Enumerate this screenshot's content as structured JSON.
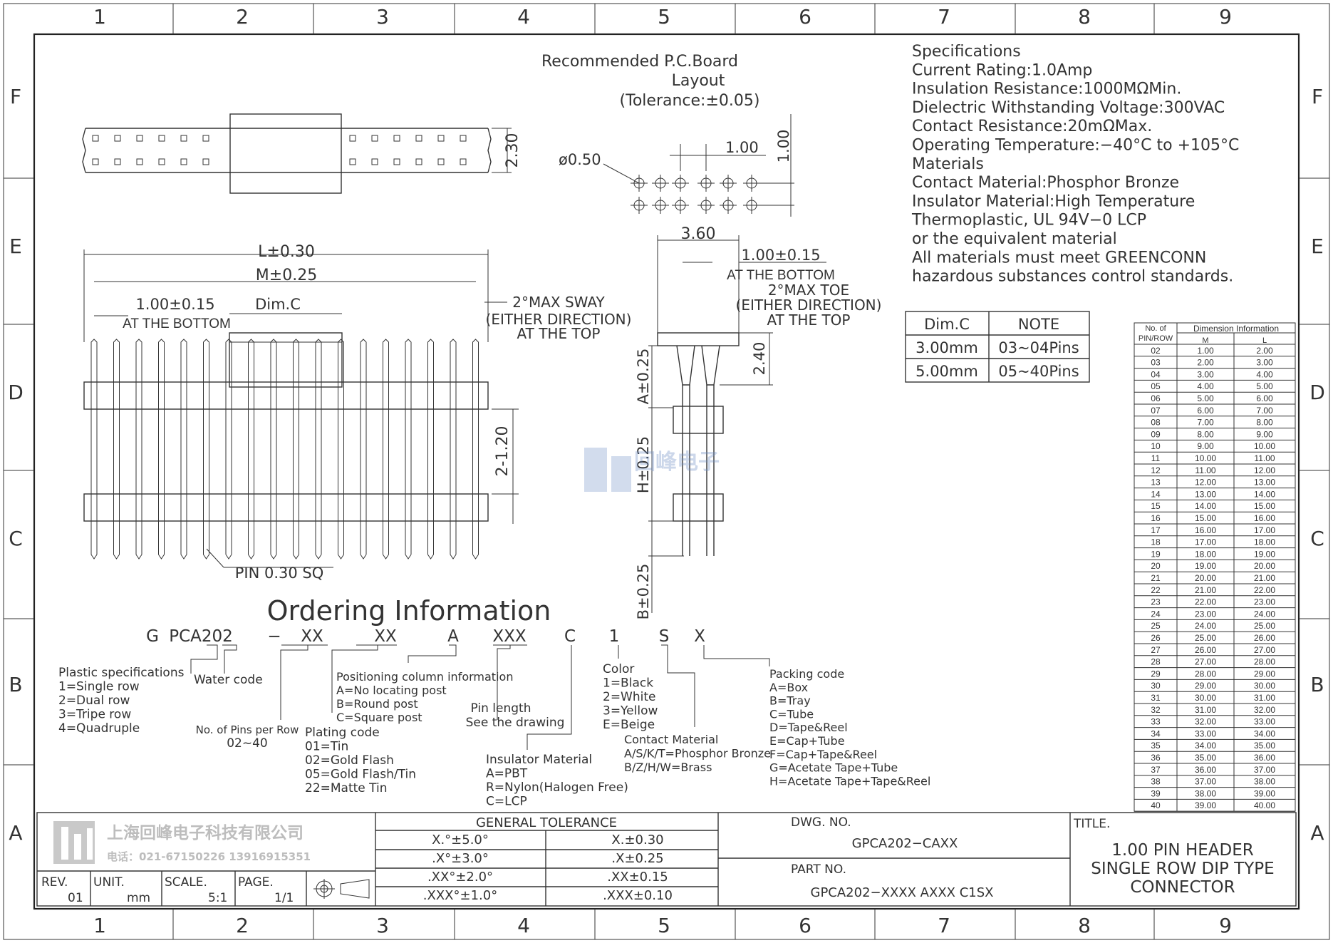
{
  "grid": {
    "columns": [
      "1",
      "2",
      "3",
      "4",
      "5",
      "6",
      "7",
      "8",
      "9"
    ],
    "rows": [
      "F",
      "E",
      "D",
      "C",
      "B",
      "A"
    ]
  },
  "pcb": {
    "title_line1": "Recommended P.C.Board",
    "title_line2": "Layout",
    "tolerance": "(Tolerance:±0.05)",
    "hole_dia": "ø0.50",
    "pitch_h": "1.00",
    "pitch_v": "1.00"
  },
  "top_view": {
    "height_dim": "2.30"
  },
  "front_view": {
    "L": "L±0.30",
    "M": "M±0.25",
    "bottom_pitch": "1.00±0.15",
    "at_bottom": "AT THE BOTTOM",
    "dimc": "Dim.C",
    "sway1": "2°MAX SWAY",
    "sway2": "(EITHER DIRECTION)",
    "sway3": "AT THE TOP",
    "row_gap": "2-1.20",
    "pin_label": "PIN 0.30 SQ"
  },
  "side_view": {
    "width": "3.60",
    "bottom_pitch": "1.00±0.15",
    "at_bottom": "AT THE BOTTOM",
    "toe1": "2°MAX TOE",
    "toe2": "(EITHER DIRECTION)",
    "toe3": "AT THE TOP",
    "h240": "2.40",
    "A": "A±0.25",
    "H": "H±0.25",
    "B": "B±0.25"
  },
  "watermark": {
    "text": "回峰电子"
  },
  "specs": {
    "lines": [
      "Specifications",
      "Current Rating:1.0Amp",
      "Insulation Resistance:1000MΩMin.",
      "Dielectric Withstanding Voltage:300VAC",
      "Contact Resistance:20mΩMax.",
      "Operating Temperature:−40°C to +105°C",
      "Materials",
      "Contact Material:Phosphor Bronze",
      "Insulator Material:High Temperature",
      "Thermoplastic, UL 94V−0 LCP",
      "or the equivalent material",
      "All materials must meet GREENCONN",
      "hazardous substances control standards."
    ]
  },
  "dimc_table": {
    "headers": [
      "Dim.C",
      "NOTE"
    ],
    "rows": [
      [
        "3.00mm",
        "03~04Pins"
      ],
      [
        "5.00mm",
        "05~40Pins"
      ]
    ]
  },
  "dim_table": {
    "h1a": "No. of",
    "h1b": "PIN/ROW",
    "h2": "Dimension Information",
    "hM": "M",
    "hL": "L",
    "rows": [
      [
        "02",
        "1.00",
        "2.00"
      ],
      [
        "03",
        "2.00",
        "3.00"
      ],
      [
        "04",
        "3.00",
        "4.00"
      ],
      [
        "05",
        "4.00",
        "5.00"
      ],
      [
        "06",
        "5.00",
        "6.00"
      ],
      [
        "07",
        "6.00",
        "7.00"
      ],
      [
        "08",
        "7.00",
        "8.00"
      ],
      [
        "09",
        "8.00",
        "9.00"
      ],
      [
        "10",
        "9.00",
        "10.00"
      ],
      [
        "11",
        "10.00",
        "11.00"
      ],
      [
        "12",
        "11.00",
        "12.00"
      ],
      [
        "13",
        "12.00",
        "13.00"
      ],
      [
        "14",
        "13.00",
        "14.00"
      ],
      [
        "15",
        "14.00",
        "15.00"
      ],
      [
        "16",
        "15.00",
        "16.00"
      ],
      [
        "17",
        "16.00",
        "17.00"
      ],
      [
        "18",
        "17.00",
        "18.00"
      ],
      [
        "19",
        "18.00",
        "19.00"
      ],
      [
        "20",
        "19.00",
        "20.00"
      ],
      [
        "21",
        "20.00",
        "21.00"
      ],
      [
        "22",
        "21.00",
        "22.00"
      ],
      [
        "23",
        "22.00",
        "23.00"
      ],
      [
        "24",
        "23.00",
        "24.00"
      ],
      [
        "25",
        "24.00",
        "25.00"
      ],
      [
        "26",
        "25.00",
        "26.00"
      ],
      [
        "27",
        "26.00",
        "27.00"
      ],
      [
        "28",
        "27.00",
        "28.00"
      ],
      [
        "29",
        "28.00",
        "29.00"
      ],
      [
        "30",
        "29.00",
        "30.00"
      ],
      [
        "31",
        "30.00",
        "31.00"
      ],
      [
        "32",
        "31.00",
        "32.00"
      ],
      [
        "33",
        "32.00",
        "33.00"
      ],
      [
        "34",
        "33.00",
        "34.00"
      ],
      [
        "35",
        "34.00",
        "35.00"
      ],
      [
        "36",
        "35.00",
        "36.00"
      ],
      [
        "37",
        "36.00",
        "37.00"
      ],
      [
        "38",
        "37.00",
        "38.00"
      ],
      [
        "39",
        "38.00",
        "39.00"
      ],
      [
        "40",
        "39.00",
        "40.00"
      ]
    ]
  },
  "ordering": {
    "title": "Ordering Information",
    "code": [
      "G",
      "PCA202",
      "−",
      "XX",
      "XX",
      "A",
      "XXX",
      "C",
      "1",
      "S",
      "X"
    ],
    "plastic": [
      "Plastic specifications",
      "1=Single row",
      "2=Dual row",
      "3=Tripe row",
      "4=Quadruple"
    ],
    "water": "Water code",
    "pins": [
      "No. of Pins per Row",
      "02~40"
    ],
    "plating": [
      "Plating code",
      "01=Tin",
      "02=Gold Flash",
      "05=Gold Flash/Tin",
      "22=Matte Tin"
    ],
    "positioning": [
      "Positioning column information",
      "A=No locating post",
      "B=Round post",
      "C=Square post"
    ],
    "pinlen": [
      "Pin length",
      "See the drawing"
    ],
    "insulator": [
      "Insulator Material",
      "A=PBT",
      "R=Nylon(Halogen Free)",
      "C=LCP"
    ],
    "color": [
      "Color",
      "1=Black",
      "2=White",
      "3=Yellow",
      "E=Beige"
    ],
    "contact": [
      "Contact Material",
      "A/S/K/T=Phosphor Bronze",
      "B/Z/H/W=Brass"
    ],
    "packing": [
      "Packing code",
      "A=Box",
      "B=Tray",
      "C=Tube",
      "D=Tape&Reel",
      "E=Cap+Tube",
      "F=Cap+Tape&Reel",
      "G=Acetate Tape+Tube",
      "H=Acetate Tape+Tape&Reel"
    ]
  },
  "title_block": {
    "company": "上海回峰电子科技有限公司",
    "phone": "电话：021-67150226  13916915351",
    "rev_label": "REV.",
    "rev": "01",
    "unit_label": "UNIT.",
    "unit": "mm",
    "scale_label": "SCALE.",
    "scale": "5:1",
    "page_label": "PAGE.",
    "page": "1/1",
    "tolerance_title": "GENERAL TOLERANCE",
    "tolerances": [
      [
        "X.°±5.0°",
        "X.±0.30"
      ],
      [
        ".X°±3.0°",
        ".X±0.25"
      ],
      [
        ".XX°±2.0°",
        ".XX±0.15"
      ],
      [
        ".XXX°±1.0°",
        ".XXX±0.10"
      ]
    ],
    "dwg_label": "DWG. NO.",
    "dwg": "GPCA202−CAXX",
    "part_label": "PART NO.",
    "part": "GPCA202−XXXX AXXX C1SX",
    "title_label": "TITLE.",
    "title_lines": [
      "1.00 PIN HEADER",
      "SINGLE ROW DIP TYPE",
      "CONNECTOR"
    ]
  }
}
